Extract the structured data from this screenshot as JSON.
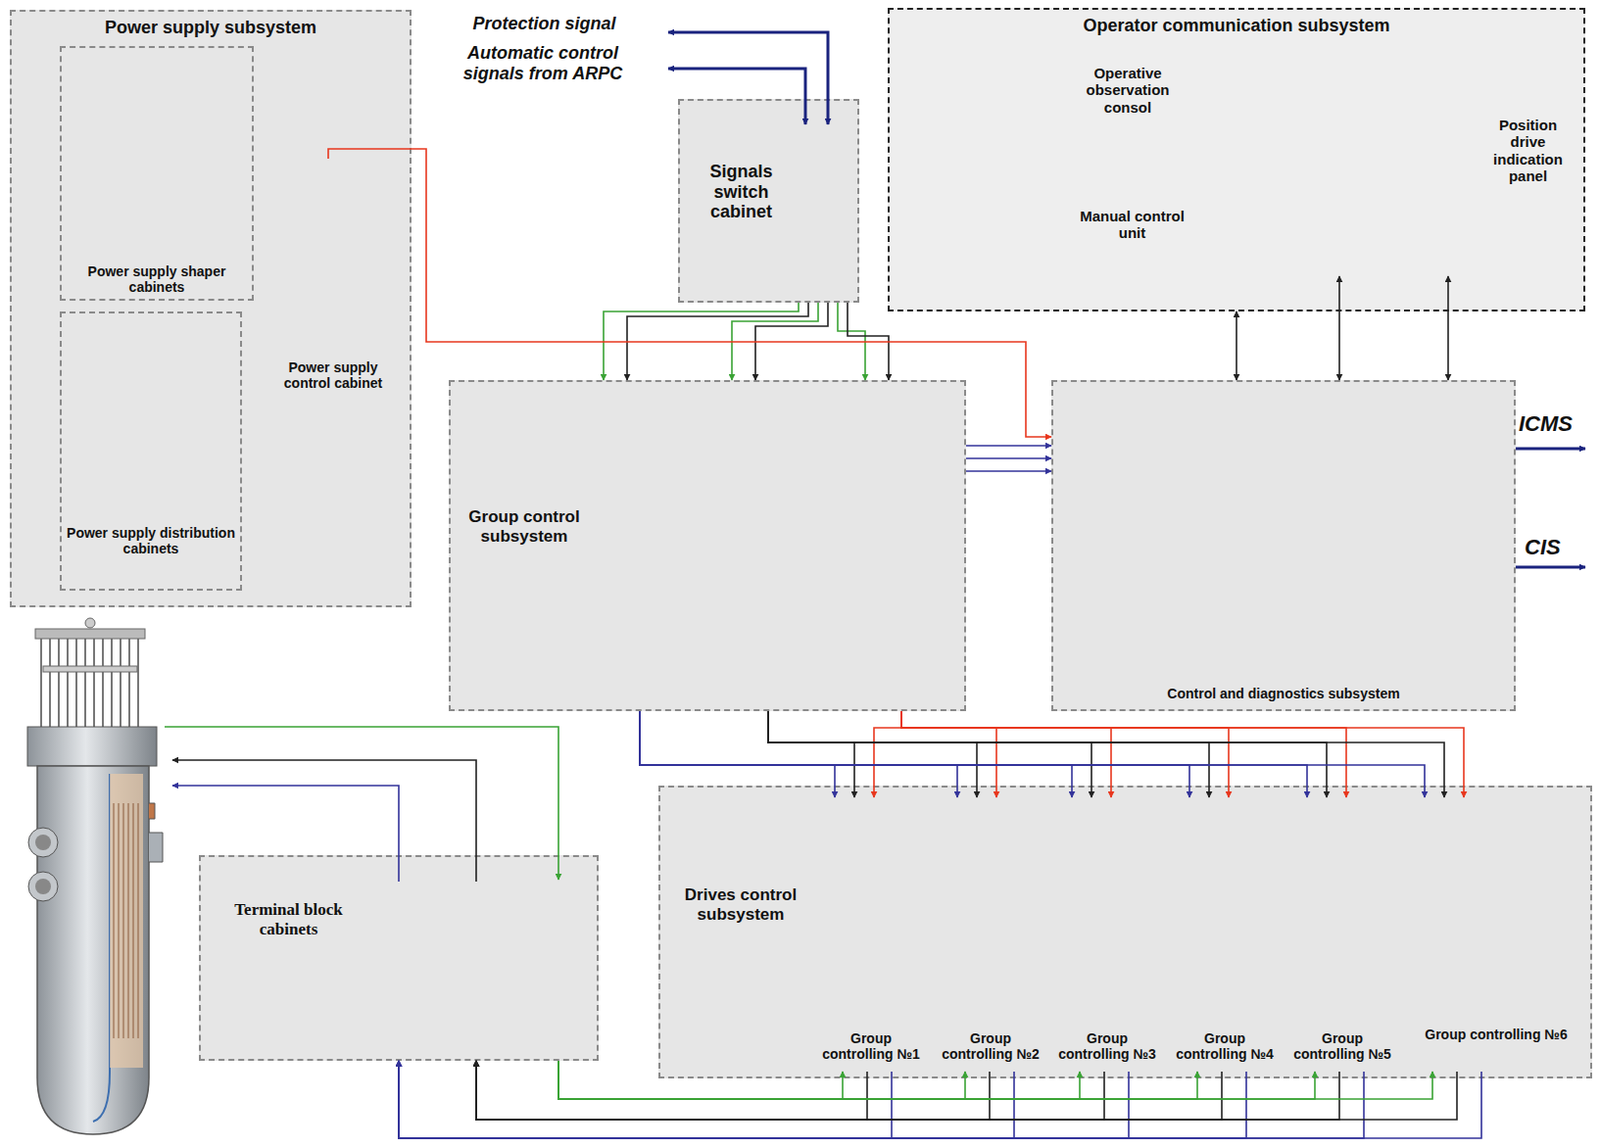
{
  "diagram": {
    "nodes": [
      {
        "text": [
          "Power supply subsystem"
        ]
      },
      {
        "text": [
          "Power supply shaper cabinets"
        ],
        "in": 0
      },
      {
        "text": [
          "Power supply distribution cabinets"
        ],
        "in": 0
      },
      {
        "text": [
          "Power supply control cabinet"
        ],
        "in": 0
      },
      {
        "text": [
          "Signals switch cabinet"
        ]
      },
      {
        "text": [
          "Operator communication subsystem"
        ]
      },
      {
        "text": [
          "Operative observation consol"
        ],
        "in": 5
      },
      {
        "text": [
          "Manual control unit"
        ],
        "in": 5
      },
      {
        "text": [
          "Position drive indication panel"
        ],
        "in": 5
      },
      {
        "text": [
          "Group control subsystem"
        ]
      },
      {
        "text": [
          "Control and diagnostics subsystem"
        ]
      },
      {
        "text": [
          "Drives control subsystem"
        ]
      },
      {
        "text": [
          "Group controlling №1"
        ],
        "in": 11
      },
      {
        "text": [
          "Group controlling №2"
        ],
        "in": 11
      },
      {
        "text": [
          "Group controlling №3"
        ],
        "in": 11
      },
      {
        "text": [
          "Group controlling №4"
        ],
        "in": 11
      },
      {
        "text": [
          "Group controlling №5"
        ],
        "in": 11
      },
      {
        "text": [
          "Group controlling №6"
        ],
        "in": 11
      },
      {
        "text": [
          "Terminal block cabinets"
        ]
      }
    ],
    "edges": [
      {
        "from": 4,
        "to": 9,
        "arrow": "to"
      },
      {
        "from": 4,
        "to": 9,
        "arrow": "to"
      },
      {
        "from": 4,
        "to": 9,
        "arrow": "to"
      },
      {
        "from": 4,
        "to": 9,
        "arrow": "to"
      },
      {
        "from": 4,
        "to": 9,
        "arrow": "to"
      },
      {
        "from": 4,
        "to": 9,
        "arrow": "to"
      },
      {
        "from": 9,
        "to": 10,
        "arrow": "to"
      },
      {
        "from": 9,
        "to": 10,
        "arrow": "to"
      },
      {
        "from": 9,
        "to": 10,
        "arrow": "to"
      },
      {
        "from": 3,
        "to": 10,
        "arrow": "to"
      },
      {
        "from": 10,
        "to": 5,
        "arrow": "both"
      },
      {
        "from": 10,
        "to": 8,
        "arrow": "both"
      },
      {
        "from": 10,
        "to": 8,
        "arrow": "both"
      },
      {
        "from": 9,
        "to": 12,
        "arrow": "to"
      },
      {
        "from": 9,
        "to": 12,
        "arrow": "to"
      },
      {
        "from": 9,
        "to": 12,
        "arrow": "to"
      },
      {
        "from": 9,
        "to": 13,
        "arrow": "to"
      },
      {
        "from": 9,
        "to": 13,
        "arrow": "to"
      },
      {
        "from": 9,
        "to": 13,
        "arrow": "to"
      },
      {
        "from": 9,
        "to": 14,
        "arrow": "to"
      },
      {
        "from": 9,
        "to": 14,
        "arrow": "to"
      },
      {
        "from": 9,
        "to": 14,
        "arrow": "to"
      },
      {
        "from": 9,
        "to": 15,
        "arrow": "to"
      },
      {
        "from": 9,
        "to": 15,
        "arrow": "to"
      },
      {
        "from": 9,
        "to": 15,
        "arrow": "to"
      },
      {
        "from": 9,
        "to": 16,
        "arrow": "to"
      },
      {
        "from": 9,
        "to": 16,
        "arrow": "to"
      },
      {
        "from": 9,
        "to": 16,
        "arrow": "to"
      },
      {
        "from": 9,
        "to": 17,
        "arrow": "to"
      },
      {
        "from": 9,
        "to": 17,
        "arrow": "to"
      },
      {
        "from": 9,
        "to": 17,
        "arrow": "to"
      },
      {
        "from": 18,
        "to": 12,
        "arrow": "to"
      },
      {
        "from": 12,
        "to": 18,
        "arrow": "to"
      },
      {
        "from": 12,
        "to": 18,
        "arrow": "to"
      },
      {
        "from": 18,
        "to": 13,
        "arrow": "to"
      },
      {
        "from": 13,
        "to": 18,
        "arrow": "to"
      },
      {
        "from": 13,
        "to": 18,
        "arrow": "to"
      },
      {
        "from": 18,
        "to": 14,
        "arrow": "to"
      },
      {
        "from": 14,
        "to": 18,
        "arrow": "to"
      },
      {
        "from": 14,
        "to": 18,
        "arrow": "to"
      },
      {
        "from": 18,
        "to": 15,
        "arrow": "to"
      },
      {
        "from": 15,
        "to": 18,
        "arrow": "to"
      },
      {
        "from": 15,
        "to": 18,
        "arrow": "to"
      },
      {
        "from": 18,
        "to": 16,
        "arrow": "to"
      },
      {
        "from": 16,
        "to": 18,
        "arrow": "to"
      },
      {
        "from": 16,
        "to": 18,
        "arrow": "to"
      },
      {
        "from": 18,
        "to": 17,
        "arrow": "to"
      },
      {
        "from": 17,
        "to": 18,
        "arrow": "to"
      },
      {
        "from": 17,
        "to": 18,
        "arrow": "to"
      }
    ],
    "labels": [
      "Protection signal",
      "Automatic control signals from ARPC",
      "ICMS",
      "CIS"
    ]
  }
}
